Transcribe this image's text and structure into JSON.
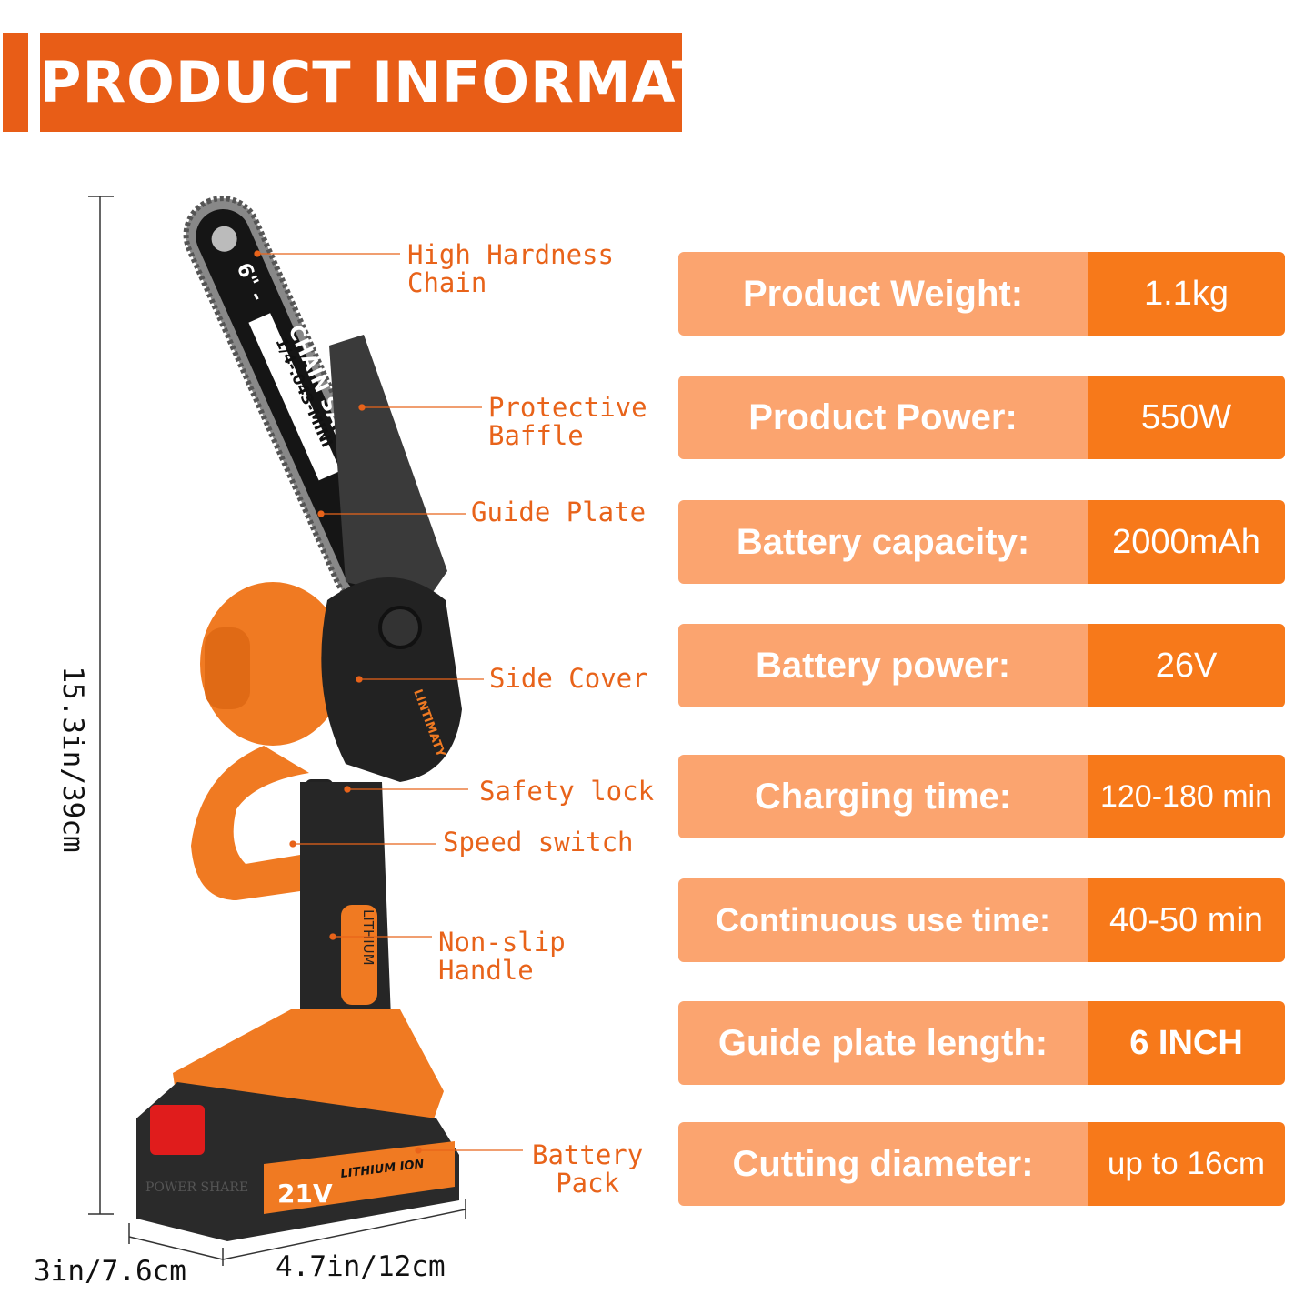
{
  "header": {
    "title": "PRODUCT INFORMATION"
  },
  "colors": {
    "header": "#E85D17",
    "spec_label_bg": "#FBA46F",
    "spec_value_bg": "#F7791A",
    "callout_text": "#E8631A"
  },
  "specs": [
    {
      "label": "Product Weight:",
      "value": "1.1kg"
    },
    {
      "label": "Product Power:",
      "value": "550W"
    },
    {
      "label": "Battery capacity:",
      "value": "2000mAh"
    },
    {
      "label": "Battery power:",
      "value": "26V"
    },
    {
      "label": "Charging time:",
      "value": "120-180 min"
    },
    {
      "label": "Continuous use time:",
      "value": "40-50 min"
    },
    {
      "label": "Guide plate length:",
      "value": "6 INCH"
    },
    {
      "label": "Cutting diameter:",
      "value": "up to 16cm"
    }
  ],
  "callouts": [
    {
      "label": "High Hardness\nChain"
    },
    {
      "label": "Protective\nBaffle"
    },
    {
      "label": "Guide Plate"
    },
    {
      "label": "Side Cover"
    },
    {
      "label": "Safety lock"
    },
    {
      "label": "Speed switch"
    },
    {
      "label": "Non-slip\nHandle"
    },
    {
      "label": "Battery\nPack"
    }
  ],
  "dimensions": {
    "height": "15.3in/39cm",
    "width": "3in/7.6cm",
    "length": "4.7in/12cm"
  },
  "product_markings": {
    "bar_size": "6\" -",
    "bar_text": "CHAIN SAW",
    "bar_spec": "1/4-.043-MINI",
    "handle_text": "LITHIUM",
    "voltage": "21V",
    "battery_text": "LITHIUM ION",
    "battery_side": "POWER SHARE",
    "brand": "LINTIMATY"
  }
}
